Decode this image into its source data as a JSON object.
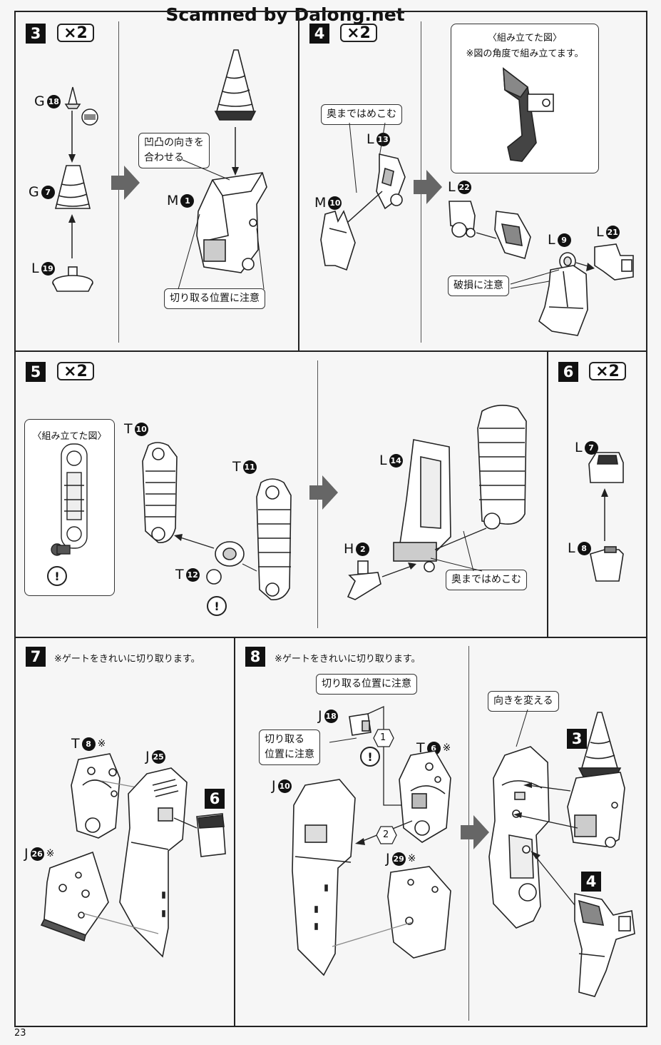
{
  "watermark": "Scamned by Dalong.net",
  "page_number": "23",
  "steps": {
    "s3": {
      "number": "3",
      "multiplier": "×2",
      "parts": {
        "g18": {
          "letter": "G",
          "num": "18"
        },
        "g7": {
          "letter": "G",
          "num": "7"
        },
        "l19": {
          "letter": "L",
          "num": "19"
        },
        "m1": {
          "letter": "M",
          "num": "1"
        }
      },
      "callout_align": "凹凸の向きを\n合わせる",
      "callout_align_l1": "凹凸の向きを",
      "callout_align_l2": "合わせる",
      "callout_cut": "切り取る位置に注意"
    },
    "s4": {
      "number": "4",
      "multiplier": "×2",
      "parts": {
        "l13": {
          "letter": "L",
          "num": "13"
        },
        "m10": {
          "letter": "M",
          "num": "10"
        },
        "l22": {
          "letter": "L",
          "num": "22"
        },
        "l9": {
          "letter": "L",
          "num": "9"
        },
        "l21": {
          "letter": "L",
          "num": "21"
        }
      },
      "callout_press": "奥まではめこむ",
      "callout_damage": "破損に注意",
      "inset_title": "〈組み立てた図〉",
      "inset_note": "※図の角度で組み立てます。"
    },
    "s5": {
      "number": "5",
      "multiplier": "×2",
      "inset_title": "〈組み立てた図〉",
      "parts": {
        "t10": {
          "letter": "T",
          "num": "10"
        },
        "t11": {
          "letter": "T",
          "num": "11"
        },
        "t12": {
          "letter": "T",
          "num": "12"
        },
        "l14": {
          "letter": "L",
          "num": "14"
        },
        "h2": {
          "letter": "H",
          "num": "2"
        }
      },
      "callout_press": "奥まではめこむ"
    },
    "s6": {
      "number": "6",
      "multiplier": "×2",
      "parts": {
        "l7": {
          "letter": "L",
          "num": "7"
        },
        "l8": {
          "letter": "L",
          "num": "8"
        }
      }
    },
    "s7": {
      "number": "7",
      "note": "※ゲートをきれいに切り取ります。",
      "parts": {
        "t8": {
          "letter": "T",
          "num": "8",
          "star": "※"
        },
        "j25": {
          "letter": "J",
          "num": "25"
        },
        "j26": {
          "letter": "J",
          "num": "26",
          "star": "※"
        }
      },
      "ref_step": "6"
    },
    "s8": {
      "number": "8",
      "note": "※ゲートをきれいに切り取ります。",
      "parts": {
        "j18": {
          "letter": "J",
          "num": "18"
        },
        "j10": {
          "letter": "J",
          "num": "10"
        },
        "t6": {
          "letter": "T",
          "num": "6",
          "star": "※"
        },
        "j29": {
          "letter": "J",
          "num": "29",
          "star": "※"
        }
      },
      "callout_cut_top": "切り取る位置に注意",
      "callout_cut_l1": "切り取る",
      "callout_cut_l2": "位置に注意",
      "callout_turn": "向きを変える",
      "seq1": "1",
      "seq2": "2",
      "ref_step3": "3",
      "ref_step4": "4"
    }
  },
  "warning_glyph": "!"
}
